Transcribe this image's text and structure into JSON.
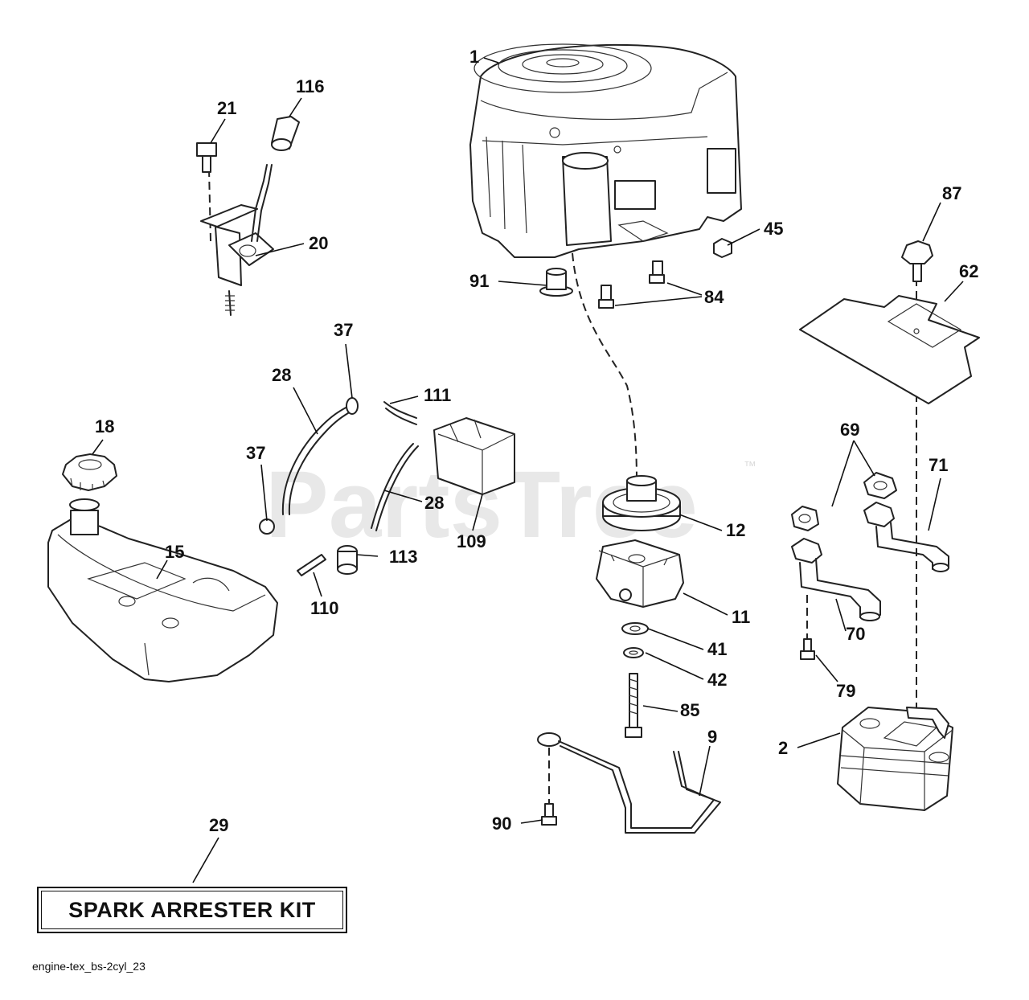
{
  "watermark": {
    "brand": "PartsTree",
    "trademark": "™"
  },
  "callouts": {
    "c1": "1",
    "c116": "116",
    "c21": "21",
    "c20": "20",
    "c45": "45",
    "c87": "87",
    "c91": "91",
    "c84": "84",
    "c62": "62",
    "c37a": "37",
    "c28a": "28",
    "c111": "111",
    "c18": "18",
    "c37b": "37",
    "c28b": "28",
    "c69": "69",
    "c71": "71",
    "c12": "12",
    "c109": "109",
    "c15": "15",
    "c113": "113",
    "c110": "110",
    "c11": "11",
    "c70": "70",
    "c41": "41",
    "c42": "42",
    "c79": "79",
    "c85": "85",
    "c9": "9",
    "c2": "2",
    "c29": "29",
    "c90": "90"
  },
  "kit_box": {
    "label": "SPARK ARRESTER KIT"
  },
  "footer": {
    "code": "engine-tex_bs-2cyl_23"
  }
}
